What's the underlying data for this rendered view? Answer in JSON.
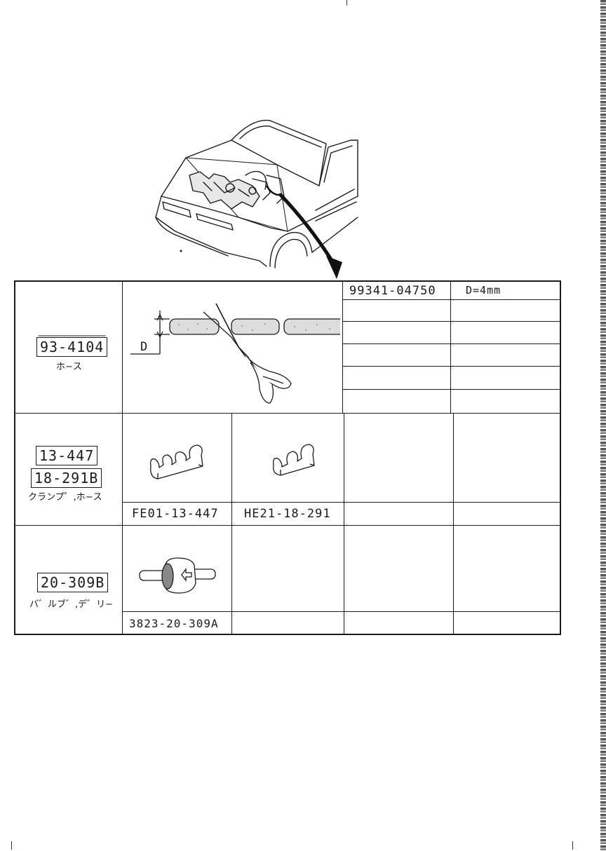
{
  "rows": [
    {
      "codes": [
        "93-4104"
      ],
      "caption": "ホ−ス",
      "part_numbers": [
        "99341-04750"
      ],
      "spec": "D=4mm",
      "dimension_label": "D"
    },
    {
      "codes": [
        "13-447",
        "18-291B"
      ],
      "caption": "クランプ゜,ホ−ス",
      "part_numbers": [
        "FE01-13-447",
        "HE21-18-291"
      ]
    },
    {
      "codes": [
        "20-309B"
      ],
      "caption": "バ゛ルブ゛,デ゛リ−",
      "part_numbers": [
        "3823-20-309A"
      ]
    }
  ],
  "icons": {
    "car": "car-engine-bay-icon",
    "hose": "hose-cutting-icon",
    "clamp_large": "hose-clamp-icon",
    "clamp_small": "hose-clamp-small-icon",
    "valve": "delay-valve-icon"
  }
}
